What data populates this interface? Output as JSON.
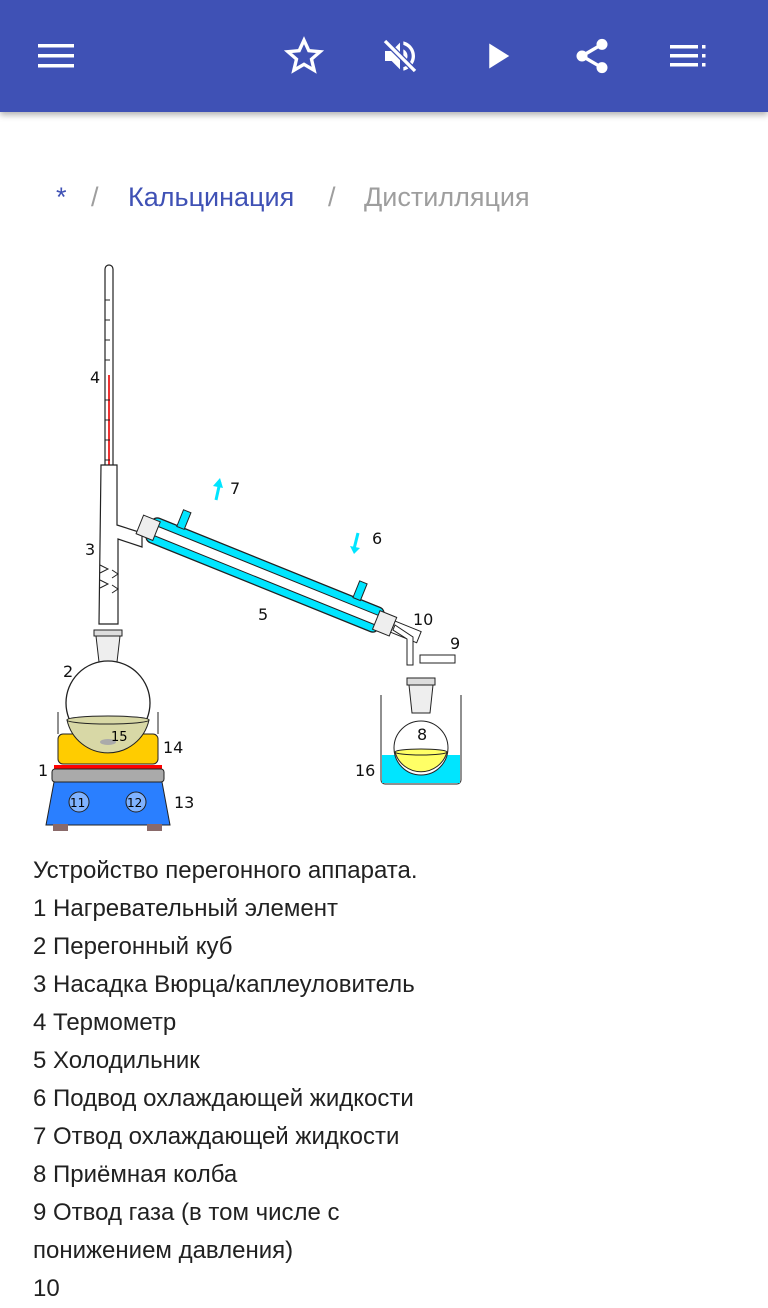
{
  "toolbar": {
    "icons": [
      "menu-icon",
      "star-icon",
      "volume-off-icon",
      "play-icon",
      "share-icon",
      "playlist-icon"
    ]
  },
  "breadcrumb": {
    "home": "*",
    "separator": "/",
    "parent": "Кальцинация",
    "current": "Дистилляция"
  },
  "diagram": {
    "labels": [
      "1",
      "2",
      "3",
      "4",
      "5",
      "6",
      "7",
      "8",
      "9",
      "10",
      "11",
      "12",
      "13",
      "14",
      "15",
      "16"
    ]
  },
  "caption": {
    "title": "Устройство перегонного аппарата.",
    "items": [
      "1 Нагревательный элемент",
      "2 Перегонный куб",
      "3 Насадка Вюрца/каплеуловитель",
      "4 Термометр",
      "5 Холодильник",
      "6 Подвод охлаждающей жидкости",
      "7 Отвод охлаждающей жидкости",
      "8 Приёмная колба",
      "9 Отвод газа (в том числе с",
      "понижением давления)",
      "10"
    ]
  },
  "colors": {
    "primary": "#3f51b5",
    "coolant": "#00e5ff",
    "bath": "#ffcc00",
    "heater": "#2a7fff"
  }
}
